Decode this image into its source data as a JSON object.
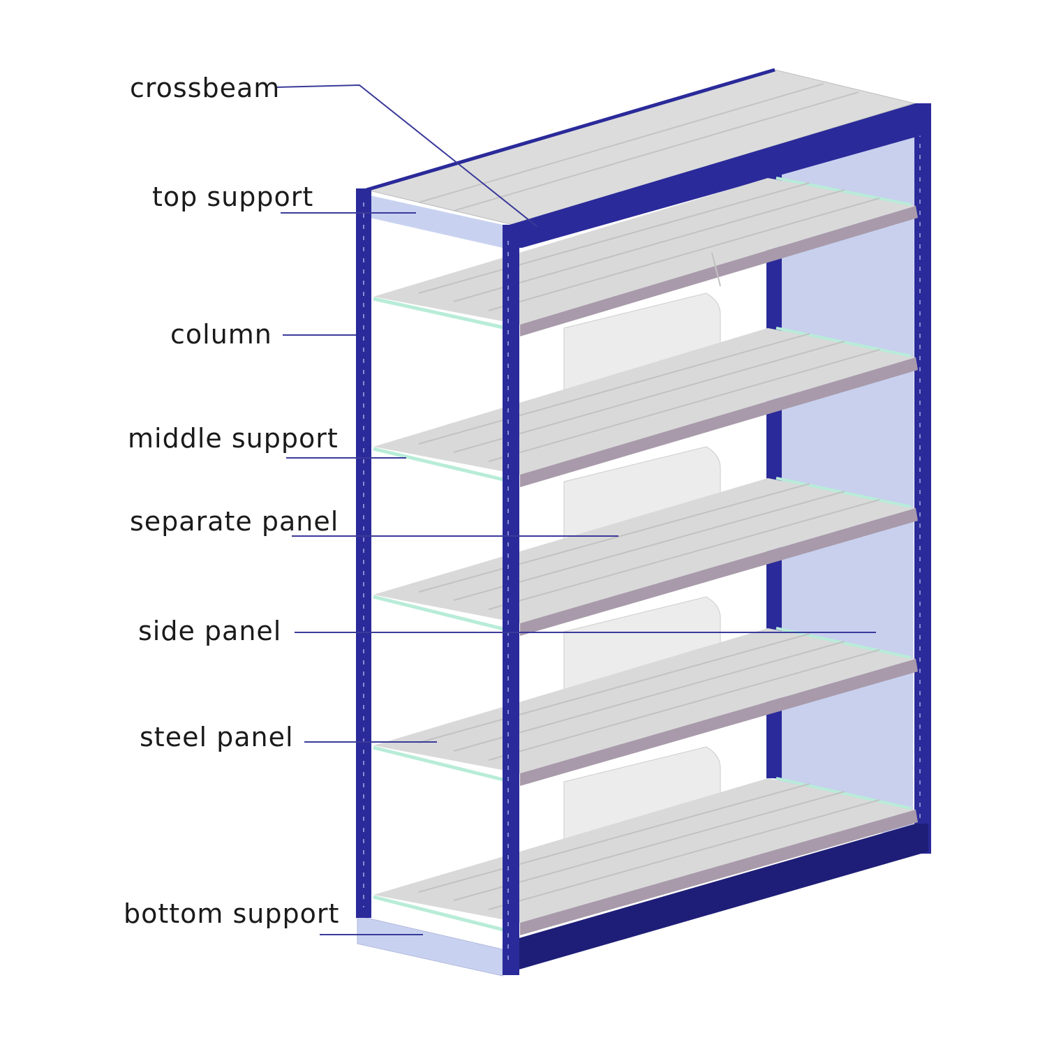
{
  "labels": {
    "crossbeam": "crossbeam",
    "top_support": "top support",
    "column": "column",
    "middle_support": "middle support",
    "separate_panel": "separate panel",
    "side_panel": "side panel",
    "steel_panel": "steel panel",
    "bottom_support": "bottom support"
  },
  "colors": {
    "frame": "#2a2a9a",
    "frame_dark": "#1e1e78",
    "side_panel": "#c8d0ee",
    "shelf": "#d9d9d9",
    "shelf_edge": "#a89aaa",
    "glass_edge": "#b8ecd8",
    "divider": "#ececec",
    "leader": "#3a3a9a"
  }
}
